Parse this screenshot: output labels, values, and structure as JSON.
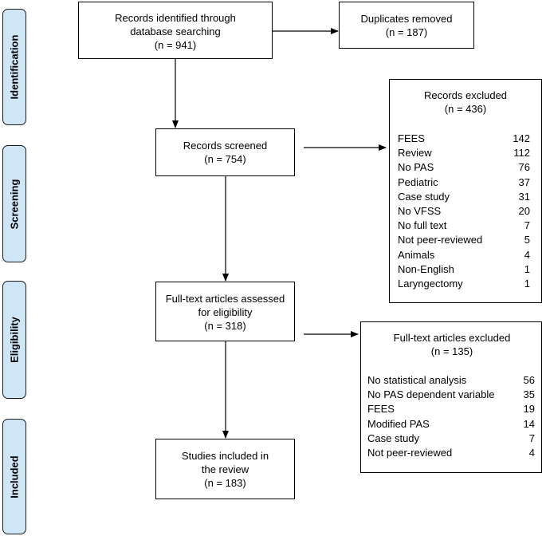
{
  "stages": [
    {
      "id": "identification",
      "label": "Identification"
    },
    {
      "id": "screening",
      "label": "Screening"
    },
    {
      "id": "eligibility",
      "label": "Eligibility"
    },
    {
      "id": "included",
      "label": "Included"
    }
  ],
  "boxes": {
    "identified": {
      "lines": [
        "Records identified through",
        "database searching",
        "(n = 941)"
      ]
    },
    "duplicates": {
      "lines": [
        "Duplicates removed",
        "(n = 187)"
      ]
    },
    "screened": {
      "lines": [
        "Records screened",
        "(n = 754)"
      ]
    },
    "fulltext": {
      "lines": [
        "Full-text articles assessed",
        "for eligibility",
        "(n = 318)"
      ]
    },
    "included": {
      "lines": [
        "Studies included in",
        "the review",
        "(n = 183)"
      ]
    }
  },
  "records_excluded": {
    "title": "Records excluded",
    "count": "(n = 436)",
    "items": [
      {
        "reason": "FEES",
        "n": "142"
      },
      {
        "reason": "Review",
        "n": "112"
      },
      {
        "reason": "No PAS",
        "n": "76"
      },
      {
        "reason": "Pediatric",
        "n": "37"
      },
      {
        "reason": "Case study",
        "n": "31"
      },
      {
        "reason": "No VFSS",
        "n": "20"
      },
      {
        "reason": "No full text",
        "n": "7"
      },
      {
        "reason": "Not peer-reviewed",
        "n": "5"
      },
      {
        "reason": "Animals",
        "n": "4"
      },
      {
        "reason": "Non-English",
        "n": "1"
      },
      {
        "reason": "Laryngectomy",
        "n": "1"
      }
    ]
  },
  "fulltext_excluded": {
    "title": "Full-text articles excluded",
    "count": "(n = 135)",
    "items": [
      {
        "reason": "No statistical analysis",
        "n": "56"
      },
      {
        "reason": "No PAS dependent variable",
        "n": "35"
      },
      {
        "reason": "FEES",
        "n": "19"
      },
      {
        "reason": "Modified PAS",
        "n": "14"
      },
      {
        "reason": "Case study",
        "n": "7"
      },
      {
        "reason": "Not peer-reviewed",
        "n": "4"
      }
    ]
  }
}
